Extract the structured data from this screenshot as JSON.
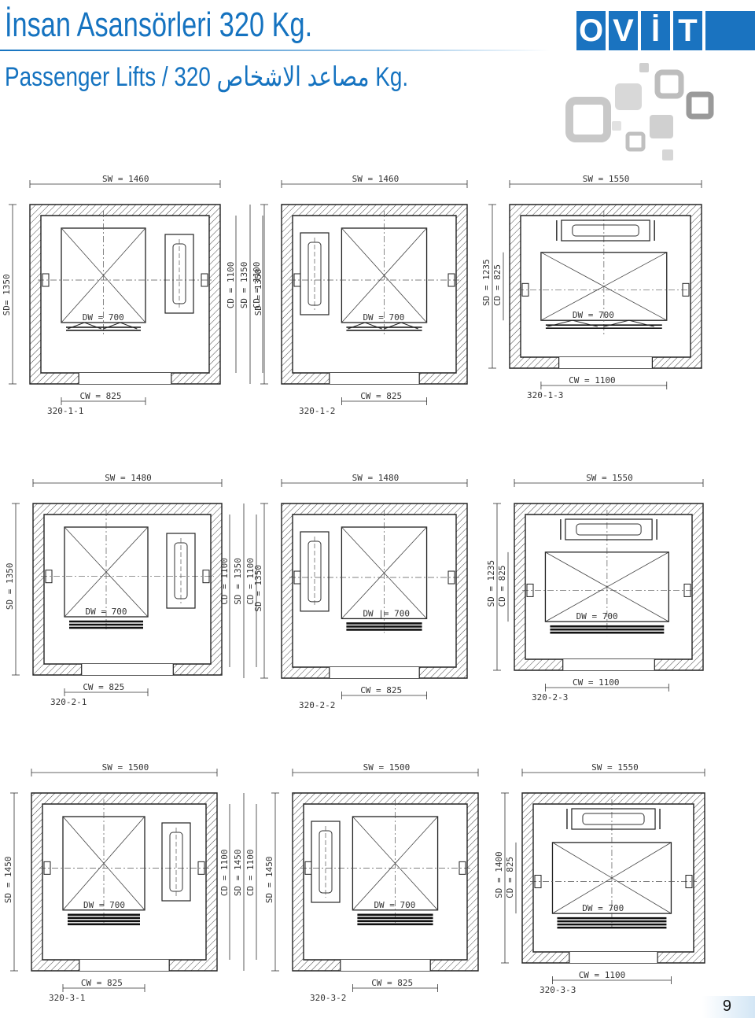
{
  "header": {
    "title": "İnsan Asansörleri 320 Kg.",
    "subtitle": "Passenger  Lifts / مصاعد الاشخاص 320 Kg.",
    "brand": "OVIT",
    "brand_letters": [
      "O",
      "V",
      "İ",
      "T"
    ],
    "brand_color": "#1a73c0",
    "title_color": "#1573c0"
  },
  "page_number": "9",
  "plans": [
    {
      "code": "320-1-1",
      "sw": "SW = 1460",
      "sd": "SD= 1350",
      "cd": "",
      "dw": "DW = 700",
      "cw": "CW = 825",
      "layout": "side-right",
      "door": "telescopic-2"
    },
    {
      "code": "320-1-2",
      "sw": "SW = 1460",
      "sd": "SD = 1350",
      "cd": "CD = 1100",
      "dw": "DW = 700",
      "cw": "CW    = 825",
      "layout": "side-left",
      "door": "telescopic-2",
      "cd2": "CD = 1100"
    },
    {
      "code": "320-1-3",
      "sw": "SW = 1550",
      "sd": "SD = 1235",
      "cd": "CD = 825",
      "dw": "DW = 700",
      "cw": "CW = 1100",
      "layout": "rear",
      "door": "telescopic-2"
    },
    {
      "code": "320-2-1",
      "sw": "SW = 1480",
      "sd": "SD = 1350",
      "cd": "",
      "dw": "DW = 700",
      "cw": "CW = 825",
      "layout": "side-right",
      "door": "telescopic-3"
    },
    {
      "code": "320-2-2",
      "sw": "SW = 1480",
      "sd": "SD = 1350",
      "cd": "CD = 1100",
      "dw": "DW |= 700",
      "cw": "CW = 825",
      "layout": "side-left",
      "door": "telescopic-3",
      "cd2": "CD = 1100"
    },
    {
      "code": "320-2-3",
      "sw": "SW = 1550",
      "sd": "SD = 1235",
      "cd": "CD = 825",
      "dw": "DW = 700",
      "cw": "CW = 1100",
      "layout": "rear",
      "door": "telescopic-3"
    },
    {
      "code": "320-3-1",
      "sw": "SW = 1500",
      "sd": "SD = 1450",
      "cd": "",
      "dw": "DW = 700",
      "cw": "CW = 825",
      "layout": "side-right",
      "door": "telescopic-4"
    },
    {
      "code": "320-3-2",
      "sw": "SW = 1500",
      "sd": "SD = 1450",
      "cd": "CD = 1100",
      "dw": "DW = 700",
      "cw": "CW = 825",
      "layout": "side-left",
      "door": "telescopic-4"
    },
    {
      "code": "320-3-3",
      "sw": "SW = 1550",
      "sd": "SD = 1400",
      "cd": "CD = 825",
      "dw": "DW = 700",
      "cw": "CW = 1100",
      "layout": "rear",
      "door": "telescopic-4"
    }
  ],
  "side_dims": {
    "p1": "CD  = 1100",
    "p4": "CD  = 1100",
    "p7": "CD = 1100"
  }
}
